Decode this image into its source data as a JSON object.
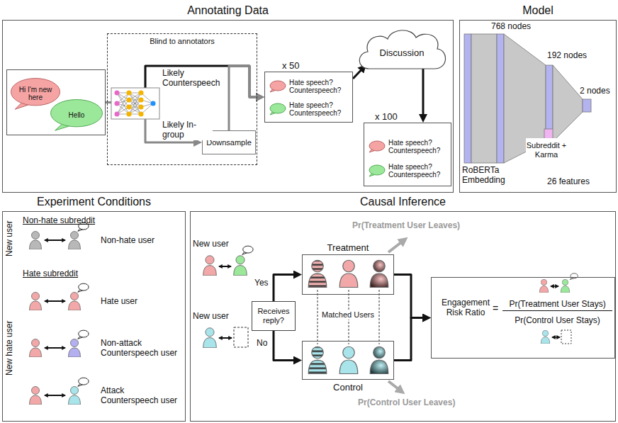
{
  "diagram": {
    "nodes": [
      {
        "text": [
          "Annotating Data"
        ]
      },
      {
        "text": [],
        "in": 0
      },
      {
        "text": [
          "Hi I'm new here"
        ],
        "in": 1
      },
      {
        "text": [
          "Hello"
        ],
        "in": 1
      },
      {
        "text": [
          "Blind to annotators"
        ],
        "in": 0
      },
      {
        "text": [
          "Downsample"
        ],
        "in": 4
      },
      {
        "text": [
          "x 50"
        ],
        "in": 0
      },
      {
        "text": [
          "Hate speech? Counterspeech?"
        ],
        "in": 6
      },
      {
        "text": [
          "Hate speech? Counterspeech?"
        ],
        "in": 6
      },
      {
        "text": [
          "Discussion"
        ],
        "in": 0
      },
      {
        "text": [
          "x 100"
        ],
        "in": 0
      },
      {
        "text": [
          "Hate speech? Counterspeech?"
        ],
        "in": 10
      },
      {
        "text": [
          "Hate speech? Counterspeech?"
        ],
        "in": 10
      },
      {
        "text": [
          "Model"
        ]
      },
      {
        "text": [
          "Subreddit + Karma"
        ],
        "in": 13
      },
      {
        "text": [
          "Experiment Conditions"
        ]
      },
      {
        "text": [
          "Causal Inference"
        ]
      },
      {
        "text": [
          "Receives reply?"
        ],
        "in": 16
      },
      {
        "text": [
          "Treatment"
        ],
        "in": 16
      },
      {
        "text": [
          "Control"
        ],
        "in": 16
      },
      {
        "text": [
          "Engagement Risk Ratio",
          "=",
          "Pr(Treatment User Stays)",
          "Pr(Control User Stays)"
        ],
        "in": 16
      }
    ],
    "edges": [
      {
        "from": 1,
        "to": 6,
        "arrow": "to",
        "label": "Likely Counterspeech"
      },
      {
        "from": 1,
        "to": 5,
        "arrow": "to",
        "label": "Likely In-group"
      },
      {
        "from": 5,
        "to": 6,
        "arrow": "to"
      },
      {
        "from": 6,
        "to": 9,
        "arrow": "to"
      },
      {
        "from": 9,
        "to": 10,
        "arrow": "to"
      },
      {
        "from": 17,
        "to": 18,
        "arrow": "to",
        "label": "Yes"
      },
      {
        "from": 17,
        "to": 19,
        "arrow": "to",
        "label": "No"
      },
      {
        "from": 18,
        "to": 20,
        "arrow": "to"
      },
      {
        "from": 19,
        "to": 20,
        "arrow": "to"
      }
    ],
    "labels": [
      "768 nodes",
      "192 nodes",
      "2 nodes",
      "RoBERTa Embedding",
      "26 features",
      "Non-hate subreddit",
      "New user",
      "Non-hate user",
      "Hate subreddit",
      "New hate user",
      "Hate user",
      "Non-attack Counterspeech user",
      "Attack Counterspeech user",
      "New user",
      "New user",
      "Matched Users",
      "Pr(Treatment User Leaves)",
      "Pr(Control User Leaves)"
    ]
  }
}
